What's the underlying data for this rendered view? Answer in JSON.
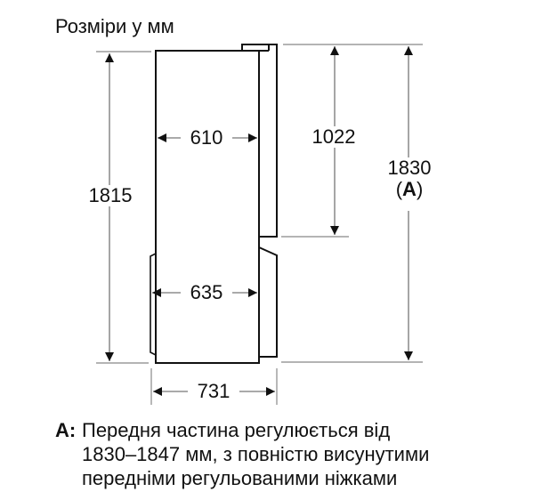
{
  "title": "Розміри у мм",
  "dimensions": {
    "width_body": "610",
    "width_lower": "635",
    "depth_total": "731",
    "height_body": "1815",
    "height_upper_door": "1022",
    "height_total": "1830",
    "height_total_note_ref": "A",
    "height_total_paren_open": "(",
    "height_total_paren_close": ")"
  },
  "note": {
    "key": "A:",
    "lines": [
      "Передня частина регулюється від",
      "1830–1847 мм, з повністю висунутими",
      "передніми регульованими ніжками"
    ]
  },
  "colors": {
    "outline": "#111111",
    "dimension_line": "#777777",
    "background": "#ffffff"
  }
}
